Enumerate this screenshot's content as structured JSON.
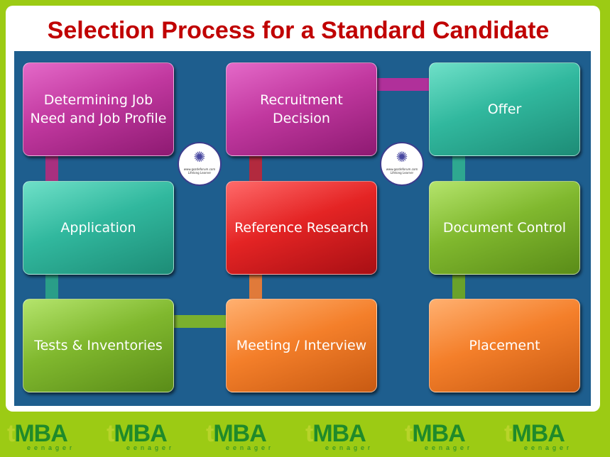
{
  "title": "Selection Process for a Standard Candidate",
  "boxes": [
    {
      "label": "Determining Job Need and Job Profile",
      "color": "#c1389f"
    },
    {
      "label": "Recruitment Decision",
      "color": "#c1389f"
    },
    {
      "label": "Offer",
      "color": "#31b89e"
    },
    {
      "label": "Application",
      "color": "#31b89e"
    },
    {
      "label": "Reference Research",
      "color": "#e42424"
    },
    {
      "label": "Document Control",
      "color": "#80b82e"
    },
    {
      "label": "Tests & Inventories",
      "color": "#80b82e"
    },
    {
      "label": "Meeting / Interview",
      "color": "#f47f2a"
    },
    {
      "label": "Placement",
      "color": "#f47f2a"
    }
  ],
  "logo": {
    "url_text": "www.gozdeforum.com",
    "tagline": "Lifelong Learner"
  },
  "footer": {
    "brand_t": "t",
    "brand": "MBA",
    "sub": "eenager"
  }
}
